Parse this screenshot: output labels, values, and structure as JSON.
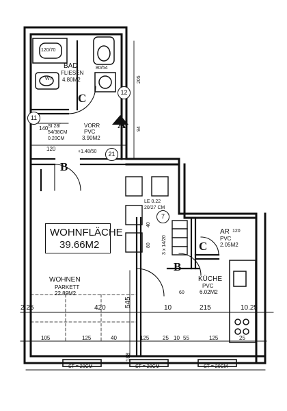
{
  "rooms": {
    "bad": {
      "name": "BAD",
      "finish": "FLIESEN",
      "area": "4.80M2"
    },
    "vorr": {
      "name": "VORR",
      "finish": "PVC",
      "area": "3.90M2"
    },
    "wohnen": {
      "name": "WOHNEN",
      "finish": "PARKETT",
      "area": "22.89M2"
    },
    "kueche": {
      "name": "KÜCHE",
      "finish": "PVC",
      "area": "6.02M2"
    },
    "ar": {
      "name": "AR",
      "finish": "PVC",
      "area": "2.05M2"
    }
  },
  "wohnflaeche": {
    "title": "WOHNFLÄCHE",
    "area": "39.66M2"
  },
  "fixtures": {
    "tub": "120/70",
    "wt": "WT",
    "sink_dims": "80/54",
    "vent_bad": "SI 28/",
    "vent_vorr_size": "54/38CM",
    "vent_vorr_area": "0.20CM",
    "vent_le": "LE 0.22",
    "vent_le_size": "20/27 CM",
    "stair": "3 x 14/20",
    "level": "+1.48/50"
  },
  "badges": [
    "11",
    "12",
    "7",
    "21"
  ],
  "doors": [
    "C",
    "B",
    "C",
    "B",
    "A"
  ],
  "dimensions": {
    "d140": "140",
    "d120": "120",
    "d25_left": "2.25",
    "d420": "420",
    "d545": "545",
    "d10": "10",
    "d215": "215",
    "d1025": "10.25",
    "d205": "205",
    "d94": "94",
    "d80": "80",
    "d40": "40",
    "d60": "60",
    "d120_ar": "120",
    "bottom": [
      "105",
      "125",
      "40",
      "125",
      "25",
      "10",
      "55",
      "125",
      "25"
    ],
    "d188": "188"
  },
  "windows": [
    "ST = 20CM",
    "ST = 20CM",
    "ST = 20CM"
  ]
}
